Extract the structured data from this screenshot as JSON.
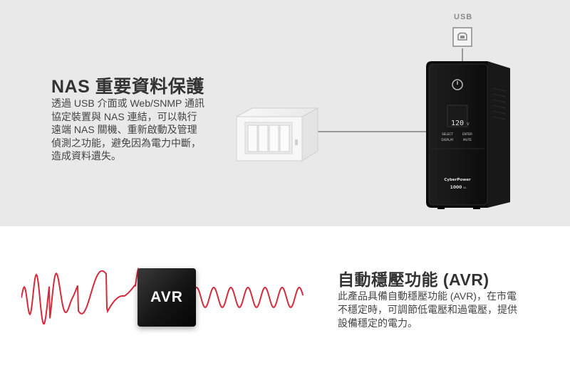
{
  "nas_section": {
    "title": "NAS 重要資料保護",
    "body_lines": [
      "透過 USB 介面或 Web/SNMP 通訊",
      "協定裝置與 NAS 連結，可以執行",
      "遠端 NAS 關機、重新啟動及管理",
      "偵測之功能，避免因為電力中斷，",
      "造成資料遺失。"
    ],
    "usb_label": "USB"
  },
  "ups": {
    "lcd_value": "120",
    "lcd_unit": "V",
    "btn_select": "SELECT",
    "btn_enter": "ENTER",
    "btn_display": "DISPLAY",
    "btn_mute": "MUTE",
    "brand": "CyberPower",
    "model": "1000",
    "model_unit": "VA"
  },
  "avr_section": {
    "title": "自動穩壓功能 (AVR)",
    "body_lines": [
      "此產品具備自動穩壓功能 (AVR)，在市電",
      "不穩定時，可調節低電壓和過電壓，提供",
      "設備穩定的電力。"
    ],
    "badge": "AVR"
  },
  "colors": {
    "top_background": "#e9e9e9",
    "wave": "#d42a3a",
    "badge": "#111111",
    "text": "#333333"
  },
  "icons": [
    "usb-port-icon",
    "power-button-icon"
  ]
}
